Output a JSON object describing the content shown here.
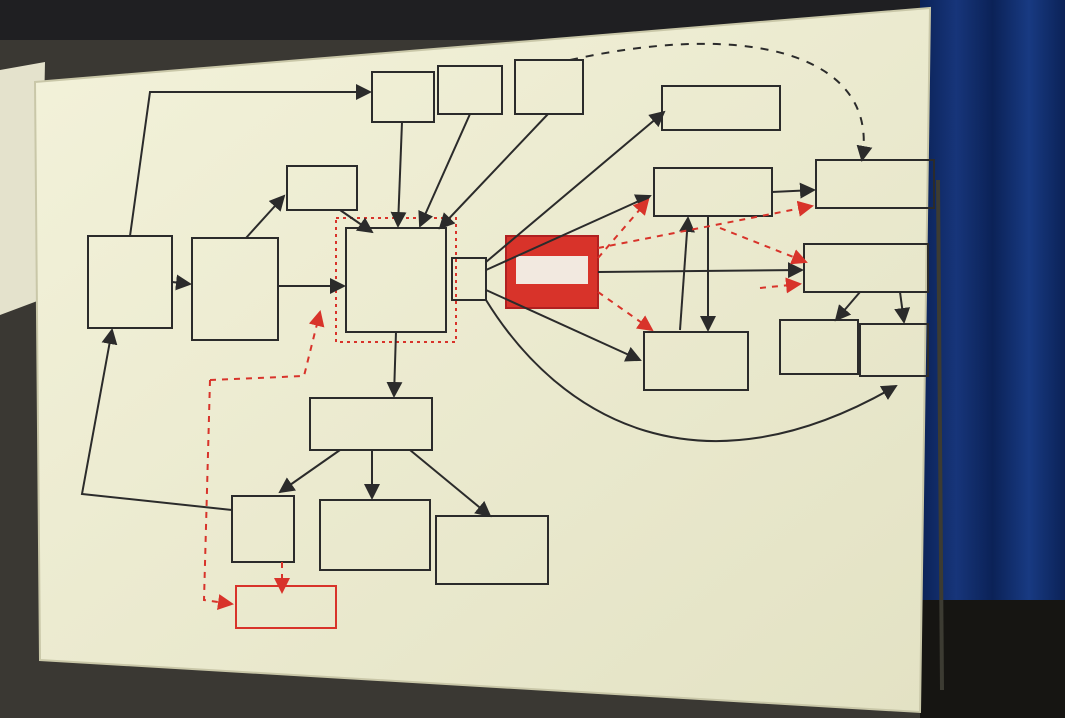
{
  "photo": {
    "subject": "",
    "chart_title": "",
    "colors": {
      "paper": "#efeed2",
      "ink_blue": "#1c2fa0",
      "ink_black": "#2b2b2b",
      "marker_red": "#d8332a",
      "curtain_blue": "#0f2a66",
      "wall_dark": "#3a3833"
    },
    "boxes": [
      {
        "id": "box-a",
        "label": ""
      },
      {
        "id": "box-b",
        "label": ""
      },
      {
        "id": "box-c",
        "label": ""
      },
      {
        "id": "box-d",
        "label": ""
      },
      {
        "id": "box-e",
        "label": ""
      },
      {
        "id": "box-f",
        "label": ""
      },
      {
        "id": "box-g",
        "label": ""
      },
      {
        "id": "box-h",
        "label": ""
      },
      {
        "id": "box-i",
        "label": ""
      },
      {
        "id": "box-j",
        "label": ""
      },
      {
        "id": "box-k",
        "label": ""
      },
      {
        "id": "box-l",
        "label": ""
      },
      {
        "id": "box-m",
        "label": ""
      },
      {
        "id": "box-n",
        "label": ""
      },
      {
        "id": "box-o",
        "label": ""
      },
      {
        "id": "box-p",
        "label": ""
      },
      {
        "id": "box-q",
        "label": ""
      },
      {
        "id": "box-r",
        "label": ""
      },
      {
        "id": "box-s",
        "label": ""
      }
    ]
  }
}
